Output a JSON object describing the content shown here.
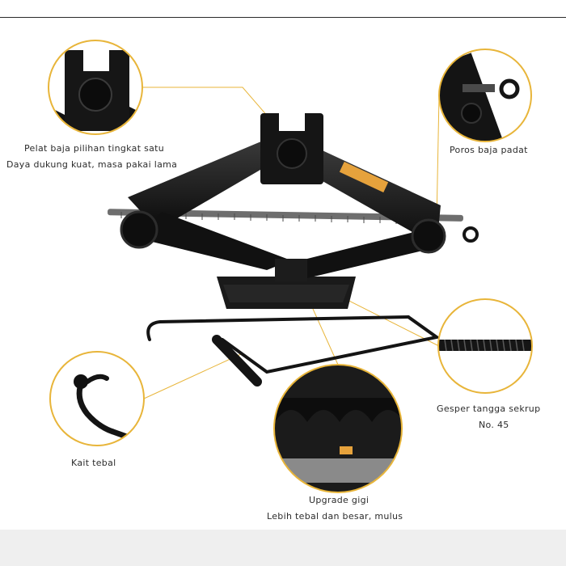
{
  "callouts": {
    "top_left": {
      "line1": "Pelat baja pilihan tingkat satu",
      "line2": "Daya dukung kuat, masa pakai lama"
    },
    "top_right": {
      "line1": "Poros baja padat"
    },
    "right": {
      "line1": "Gesper tangga sekrup",
      "line2": "No. 45"
    },
    "bottom_left": {
      "line1": "Kait tebal"
    },
    "bottom_center": {
      "line1": "Upgrade gigi",
      "line2": "Lebih tebal dan besar, mulus"
    }
  },
  "colors": {
    "accent": "#e8b53a",
    "metal": "#151515",
    "background": "#ffffff"
  }
}
